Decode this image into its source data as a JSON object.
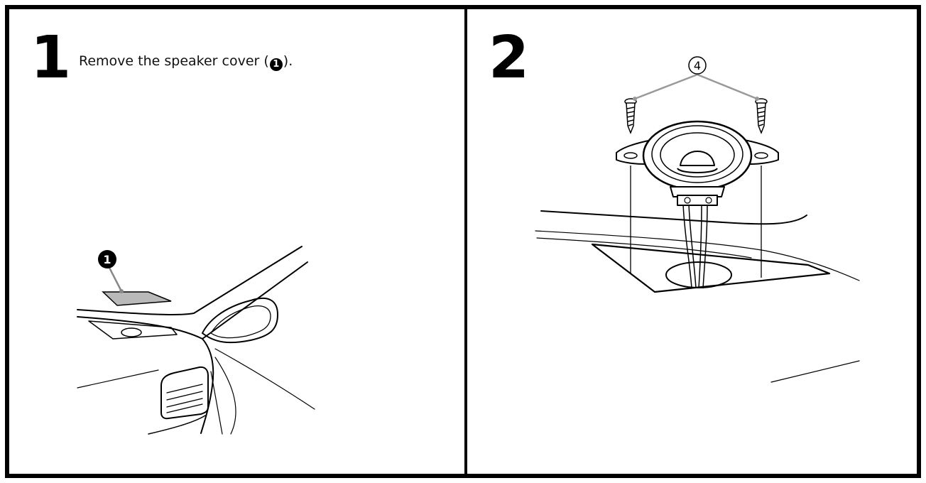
{
  "steps": [
    {
      "number": "1",
      "instruction_pre": "Remove the speaker cover (",
      "instruction_ref": "1",
      "instruction_post": ").",
      "callout": "1"
    },
    {
      "number": "2",
      "callout": "4"
    }
  ]
}
